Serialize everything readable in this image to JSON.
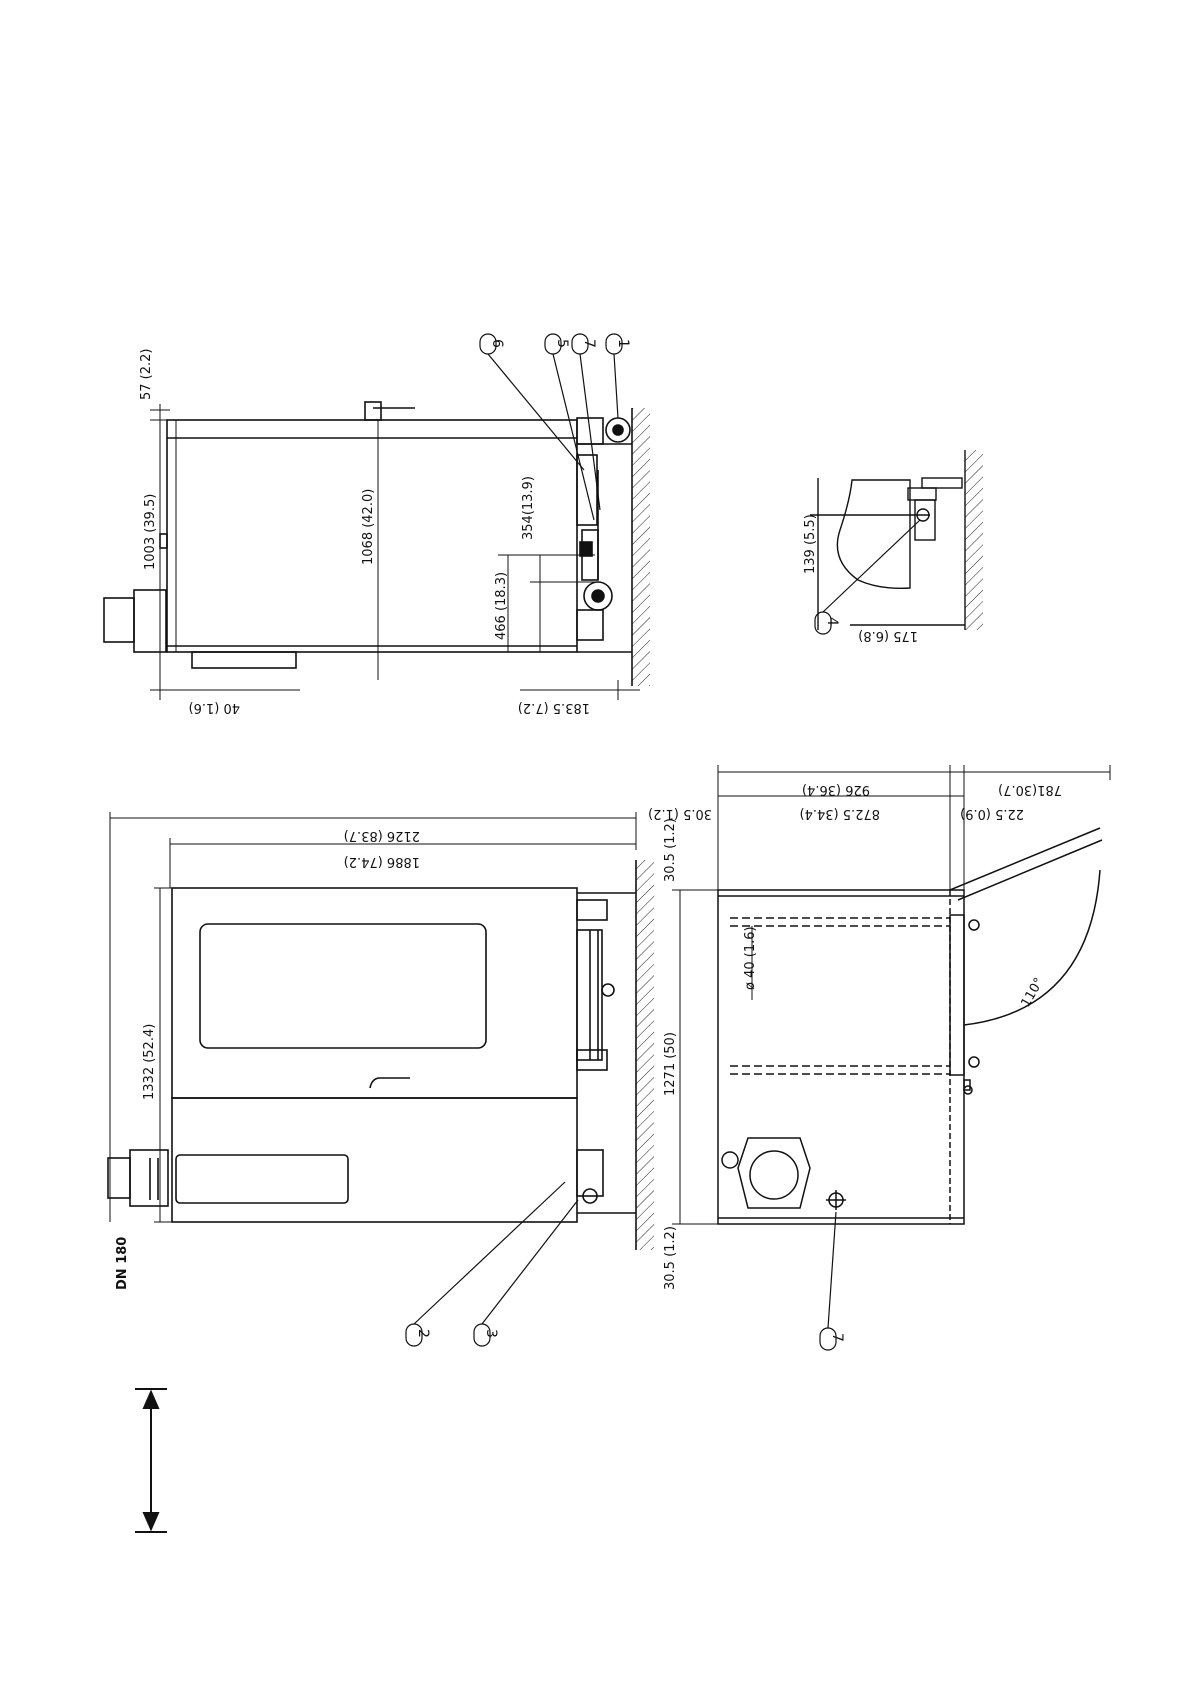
{
  "callouts": [
    "6",
    "5",
    "7",
    "1",
    "4",
    "2",
    "3",
    "7"
  ],
  "top_left_view": {
    "dims": {
      "d57": "57 (2.2)",
      "d1003": "1003   (39.5)",
      "d1068": "1068   (42.0)",
      "d354": "354(13.9)",
      "d466": "466 (18.3)",
      "d40": "40  (1.6)",
      "d183": "183.5 (7.2)"
    }
  },
  "detail_view": {
    "dims": {
      "d139": "139  (5.5)",
      "d175": "175  (6.8)"
    }
  },
  "front_view": {
    "dims": {
      "d2126": "2126   (83.7)",
      "d1886": "1886   (74.2)",
      "d1332": "1332  (52.4)",
      "dn180": "DN 180"
    }
  },
  "plan_view": {
    "dims": {
      "d926": "926  (36.4)",
      "d781": "781(30.7)",
      "d30a": "30.5 (1.2)",
      "d872": "872.5  (34.4)",
      "d22": "22.5  (0.9)",
      "d30b": "30.5 (1.2)",
      "d1271": "1271  (50)",
      "d30c": "30.5 (1.2)",
      "d40": "ø 40  (1.6)",
      "d110": "110°"
    }
  }
}
